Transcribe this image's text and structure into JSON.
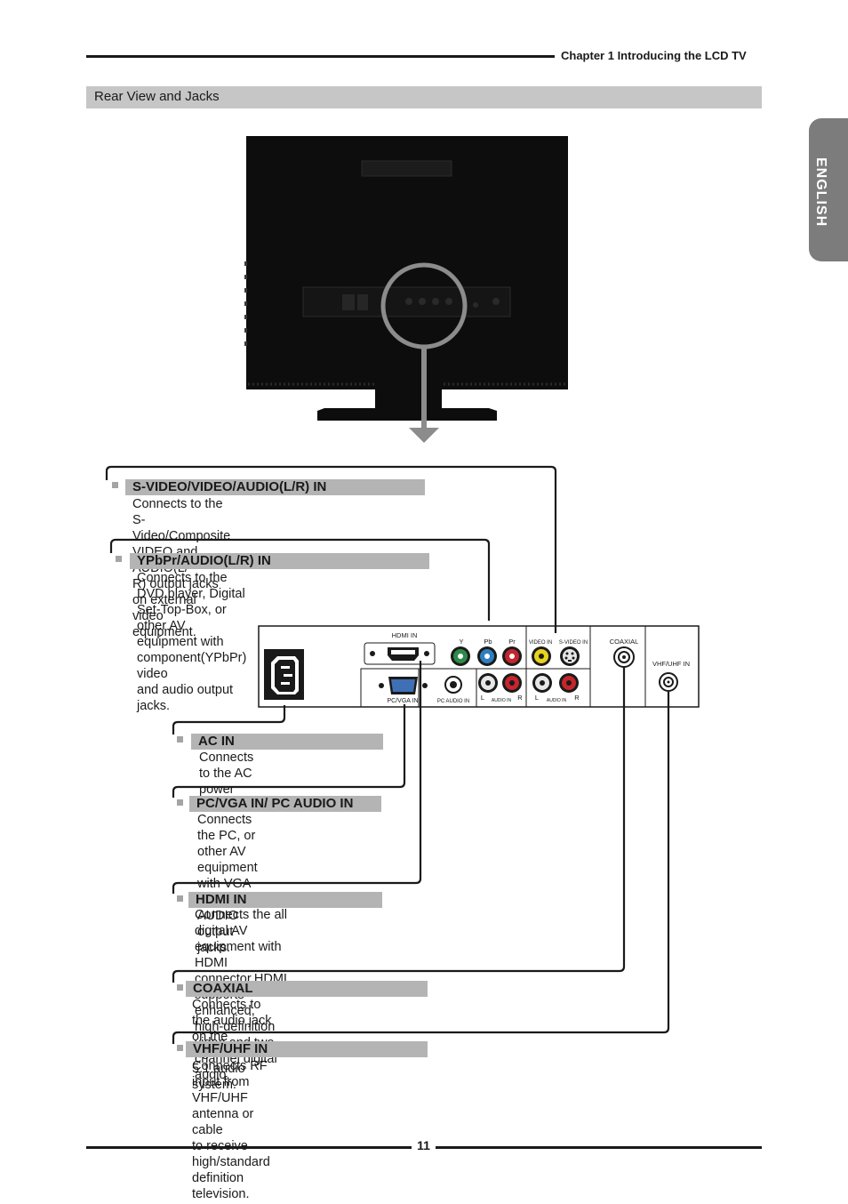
{
  "header": {
    "chapter_title": "Chapter 1  Introducing the LCD TV"
  },
  "section": {
    "title": "Rear View and Jacks"
  },
  "language_tab": {
    "label": "ENGLISH"
  },
  "panel": {
    "hdmi_label": "HDMI IN",
    "y_label": "Y",
    "pb_label": "Pb",
    "pr_label": "Pr",
    "video_in_label": "VIDEO IN",
    "svideo_in_label": "S-VIDEO IN",
    "coaxial_label": "COAXIAL",
    "vhf_label": "VHF/UHF IN",
    "pcvga_label": "PC/VGA IN",
    "pcaudio_label": "PC AUDIO IN",
    "audio_in_label": "AUDIO IN",
    "l_label": "L",
    "r_label": "R"
  },
  "callouts": [
    {
      "title": "S-VIDEO/VIDEO/AUDIO(L/R) IN",
      "lines": [
        "Connects to the S-Video/Composite VIDEO and AUDIO(L/",
        "R) output jacks on external video equipment."
      ]
    },
    {
      "title": "YPbPr/AUDIO(L/R) IN",
      "lines": [
        "Connects to the DVD player, Digital Set-Top-Box, or",
        "other AV equipment with component(YPbPr) video",
        "and audio output jacks."
      ]
    },
    {
      "title": "AC IN",
      "lines": [
        "Connects to the AC power cord."
      ]
    },
    {
      "title": "PC/VGA IN/ PC AUDIO IN",
      "lines": [
        "Connects the PC, or other AV",
        "equipment with VGA and AUDIO",
        "output jacks."
      ]
    },
    {
      "title": "HDMI IN",
      "lines": [
        "Connects the all digital AV equipment with HDMI",
        "connector.HDMI supports enhanced, high-definition",
        "video and two-channel digital audio."
      ]
    },
    {
      "title": "COAXIAL",
      "lines": [
        "Connects to the audio jack on the digital/standard 5.1 audio system."
      ]
    },
    {
      "title": "VHF/UHF IN",
      "lines": [
        "Connects RF input from VHF/UHF antenna or cable",
        "to receive high/standard definition television."
      ]
    }
  ],
  "footer": {
    "page_number": "11"
  },
  "colors": {
    "section_bar": "#c6c6c6",
    "callout_bar": "#b4b4b4",
    "language_tab": "#7c7c7c",
    "tv_body": "#0d0d0d",
    "jack_green": "#2f8a4a",
    "jack_blue": "#2f7fc0",
    "jack_red": "#c4262c",
    "jack_yellow": "#e8d21c",
    "jack_white": "#e6e6e6"
  }
}
